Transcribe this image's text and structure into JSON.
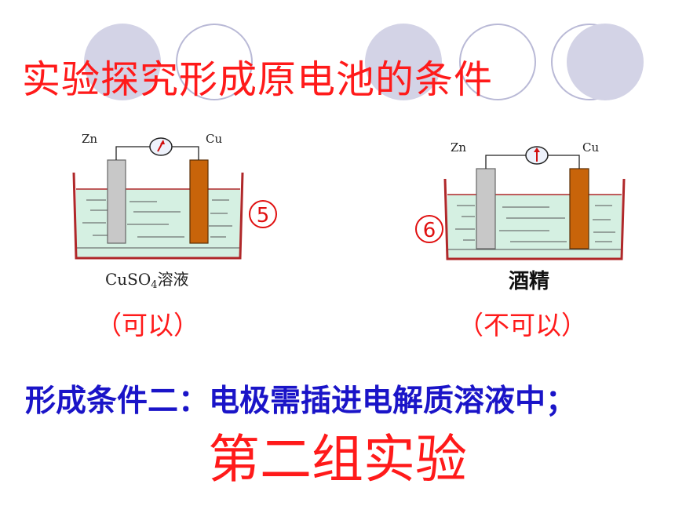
{
  "title": "实验探究形成原电池的条件",
  "cells": [
    {
      "number": "⑤",
      "left_electrode": "Zn",
      "right_electrode": "Cu",
      "solution": "CuSO",
      "solution_sub": "4",
      "solution_suffix": "溶液",
      "result": "（可以）"
    },
    {
      "number": "⑥",
      "left_electrode": "Zn",
      "right_electrode": "Cu",
      "solution": "酒精",
      "result": "（不可以）"
    }
  ],
  "condition": "形成条件二：电极需插进电解质溶液中；",
  "group_label": "第二组实验",
  "colors": {
    "title": "#ff1a1a",
    "condition": "#1a14c8",
    "zinc": "#c8c8c8",
    "copper": "#c8640a",
    "beaker": "#b0282a",
    "solution": "#d5f0e2"
  }
}
